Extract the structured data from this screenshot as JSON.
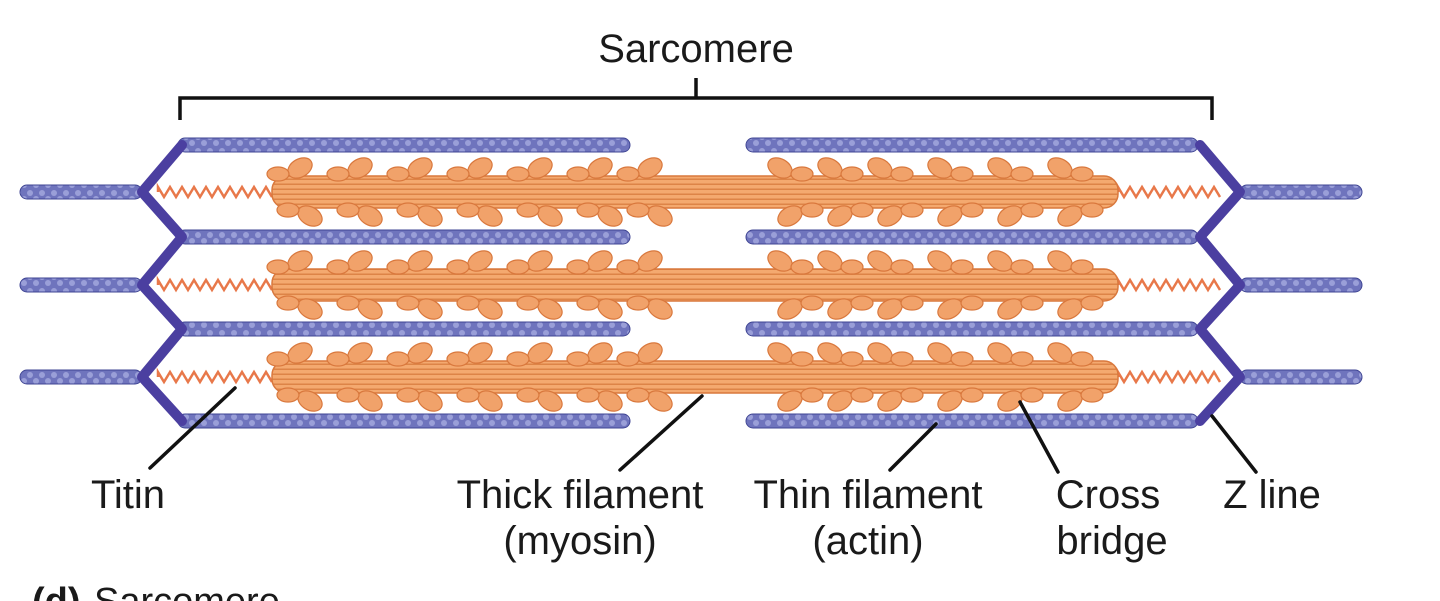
{
  "title": "Sarcomere",
  "labels": {
    "titin": "Titin",
    "thick_line1": "Thick filament",
    "thick_line2": "(myosin)",
    "thin_line1": "Thin filament",
    "thin_line2": "(actin)",
    "cross_line1": "Cross",
    "cross_line2": "bridge",
    "zline": "Z line"
  },
  "caption_tag": "(d)",
  "caption_text": "Sarcomere",
  "colors": {
    "actin": "#6f74bd",
    "actin_dark": "#3f4593",
    "myosin": "#f1a26a",
    "myosin_dark": "#d9783d",
    "titin": "#e8784a",
    "zline": "#4b3fa0",
    "line": "#111111"
  }
}
